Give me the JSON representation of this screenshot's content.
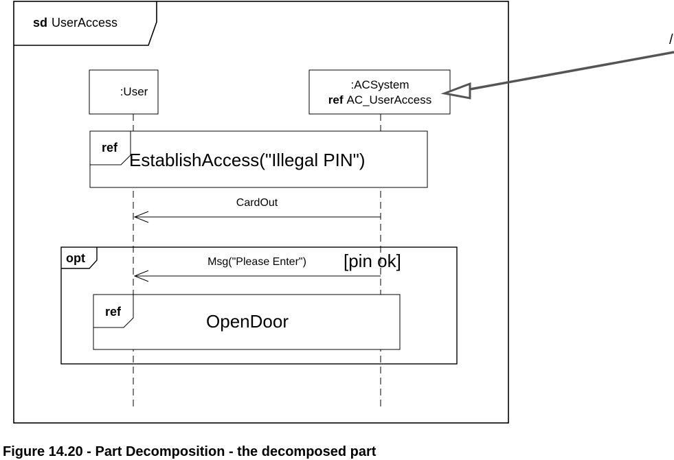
{
  "diagram": {
    "frame_keyword": "sd",
    "frame_name": "UserAccess",
    "lifelines": [
      {
        "name": ":User"
      },
      {
        "name": ":ACSystem",
        "ref_keyword": "ref",
        "ref_name": "AC_UserAccess"
      }
    ],
    "interaction_uses": [
      {
        "keyword": "ref",
        "name": "EstablishAccess(\"Illegal PIN\")"
      },
      {
        "keyword": "ref",
        "name": "OpenDoor"
      }
    ],
    "messages": [
      {
        "label": "CardOut"
      },
      {
        "label": "Msg(\"Please Enter\")"
      }
    ],
    "fragment": {
      "operator": "opt",
      "guard": "[pin ok]"
    },
    "note_mark": "/"
  },
  "caption": "Figure 14.20 - Part Decomposition - the decomposed part"
}
